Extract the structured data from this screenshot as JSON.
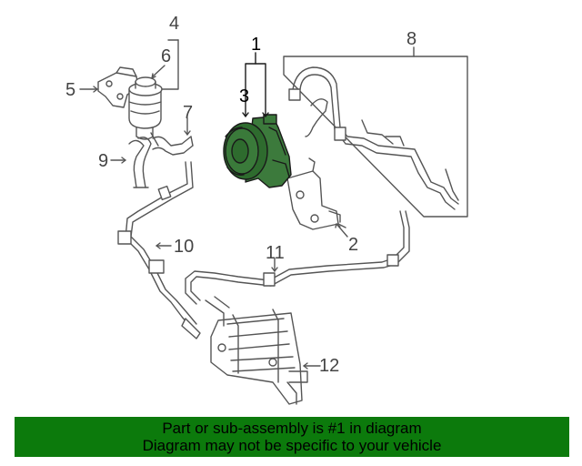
{
  "callouts": {
    "c1": "1",
    "c2": "2",
    "c3": "3",
    "c4": "4",
    "c5": "5",
    "c6": "6",
    "c7": "7",
    "c8": "8",
    "c9": "9",
    "c10": "10",
    "c11": "11",
    "c12": "12"
  },
  "banner": {
    "line1": "Part or sub-assembly is #1 in diagram",
    "line2": "Diagram may not be specific to your vehicle",
    "color": "#0c7a0c"
  },
  "highlight_color": "#2e6b2e"
}
